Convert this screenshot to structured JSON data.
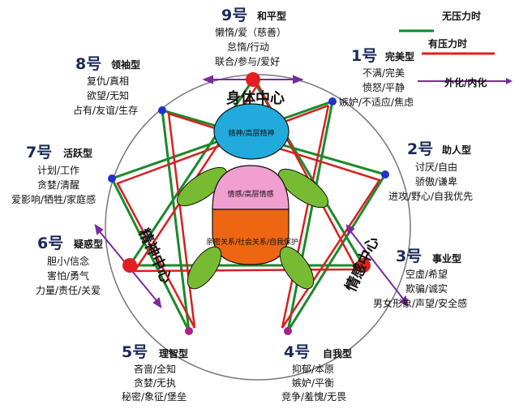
{
  "legend": {
    "no_pressure": {
      "label": "无压力时",
      "color": "#0a8a2a"
    },
    "with_pressure": {
      "label": "有压力时",
      "color": "#e02020"
    },
    "externalize": {
      "label": "外化/内化",
      "color": "#7a2aa0"
    }
  },
  "centers": {
    "body": "身体中心",
    "mind": "精神中心",
    "emotion": "情感中心"
  },
  "figure": {
    "head": "精神/高层精神",
    "chest": "情感/高层情感",
    "belly": "亲密关系/社会关系/自我保护"
  },
  "types": {
    "t9": {
      "num": "9号",
      "name": "和平型",
      "lines": [
        "懒惰/爱（慈善）",
        "怠惰/行动",
        "联合/参与/爱好"
      ]
    },
    "t1": {
      "num": "1号",
      "name": "完美型",
      "lines": [
        "不满/完美",
        "愤怒/平静",
        "嫉妒/不适应/焦虑"
      ]
    },
    "t2": {
      "num": "2号",
      "name": "助人型",
      "lines": [
        "讨厌/自由",
        "骄傲/谦卑",
        "进攻/野心/自我优先"
      ]
    },
    "t3": {
      "num": "3号",
      "name": "事业型",
      "lines": [
        "空虚/希望",
        "欺骗/诚实",
        "男女形象/声望/安全感"
      ]
    },
    "t4": {
      "num": "4号",
      "name": "自我型",
      "lines": [
        "抑郁/本原",
        "嫉妒/平衡",
        "竞争/羞愧/无畏"
      ]
    },
    "t5": {
      "num": "5号",
      "name": "理智型",
      "lines": [
        "吝啬/全知",
        "贪婪/无执",
        "秘密/象征/堡垒"
      ]
    },
    "t6": {
      "num": "6号",
      "name": "疑惑型",
      "lines": [
        "胆小/信念",
        "害怕/勇气",
        "力量/责任/关爱"
      ]
    },
    "t7": {
      "num": "7号",
      "name": "活跃型",
      "lines": [
        "计划/工作",
        "贪婪/清醒",
        "爱影响/牺牲/家庭感"
      ]
    },
    "t8": {
      "num": "8号",
      "name": "领袖型",
      "lines": [
        "复仇/真相",
        "欲望/无知",
        "占有/友谊/生存"
      ]
    }
  }
}
